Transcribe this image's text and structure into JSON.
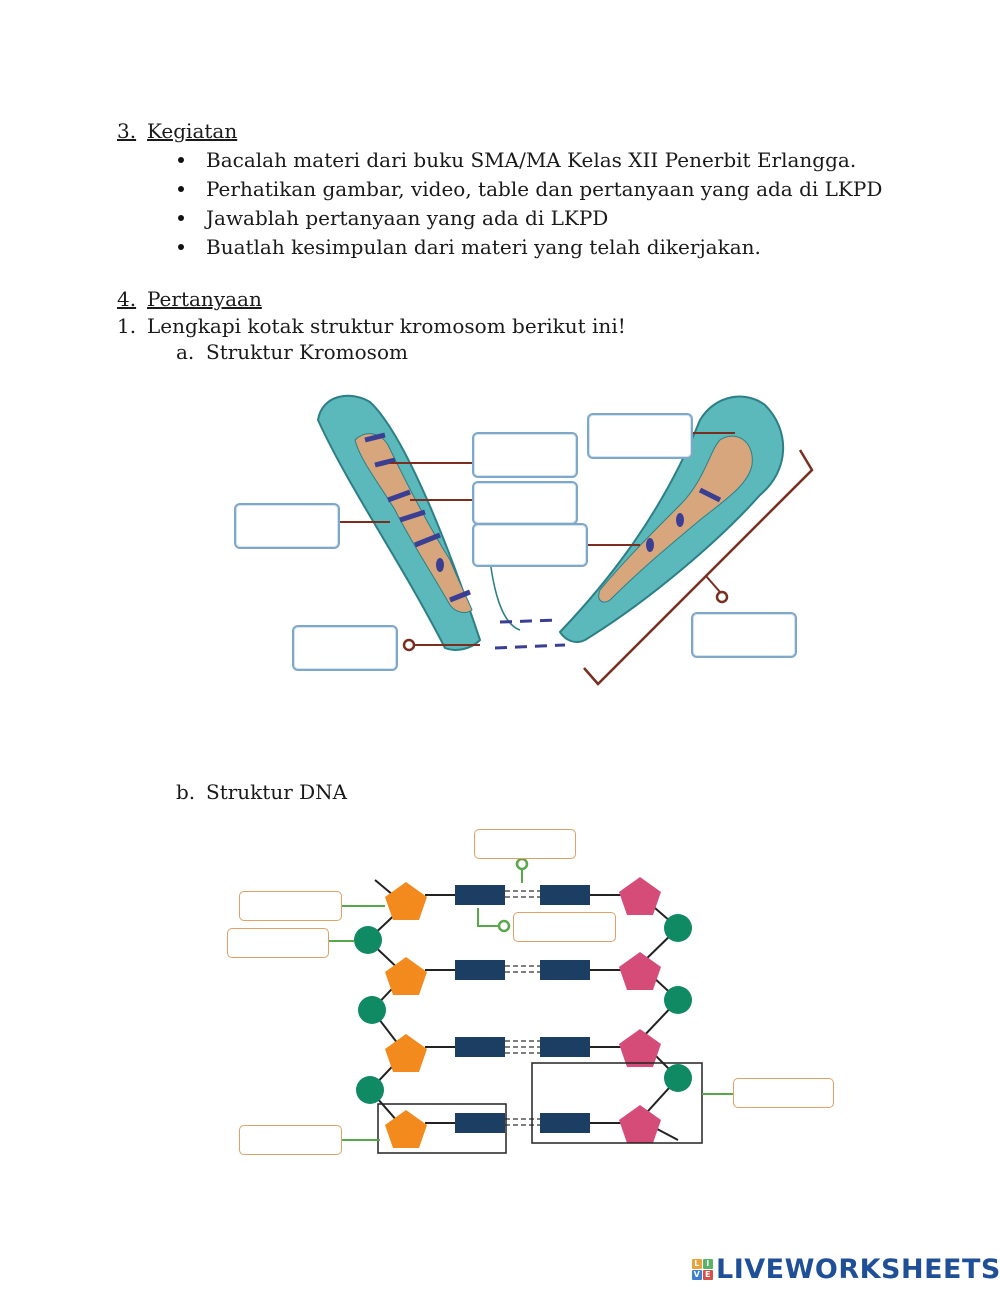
{
  "section3": {
    "number": "3.",
    "title": "Kegiatan",
    "bullets": [
      "Bacalah materi dari buku SMA/MA Kelas XII Penerbit Erlangga.",
      "Perhatikan gambar, video, table dan pertanyaan yang ada di LKPD",
      "Jawablah pertanyaan yang ada di LKPD",
      "Buatlah kesimpulan dari materi yang telah dikerjakan."
    ]
  },
  "section4": {
    "number": "4.",
    "title": "Pertanyaan"
  },
  "question1": {
    "number": "1.",
    "text": "Lengkapi kotak struktur kromosom berikut ini!",
    "part_a": {
      "letter": "a.",
      "label": "Struktur Kromosom"
    },
    "part_b": {
      "letter": "b.",
      "label": "Struktur DNA"
    }
  },
  "logo": {
    "text": "LIVEWORKSHEETS",
    "mark_letters": [
      "L",
      "I",
      "V",
      "E"
    ],
    "colors": [
      "#e8a33d",
      "#58b368",
      "#3d7fd1",
      "#d2514b"
    ]
  },
  "colors": {
    "chromatid_fill": "#5bb8bb",
    "chromatid_stroke": "#2d7f86",
    "dna_core": "#d2a37a",
    "band": "#3b3f93",
    "pointer": "#7a2e20",
    "sugar": "#f28a1e",
    "base_right": "#d54c78",
    "phosphate": "#0f8a62",
    "base_rect": "#1d3e63",
    "dna_pointer": "#57a84a"
  }
}
